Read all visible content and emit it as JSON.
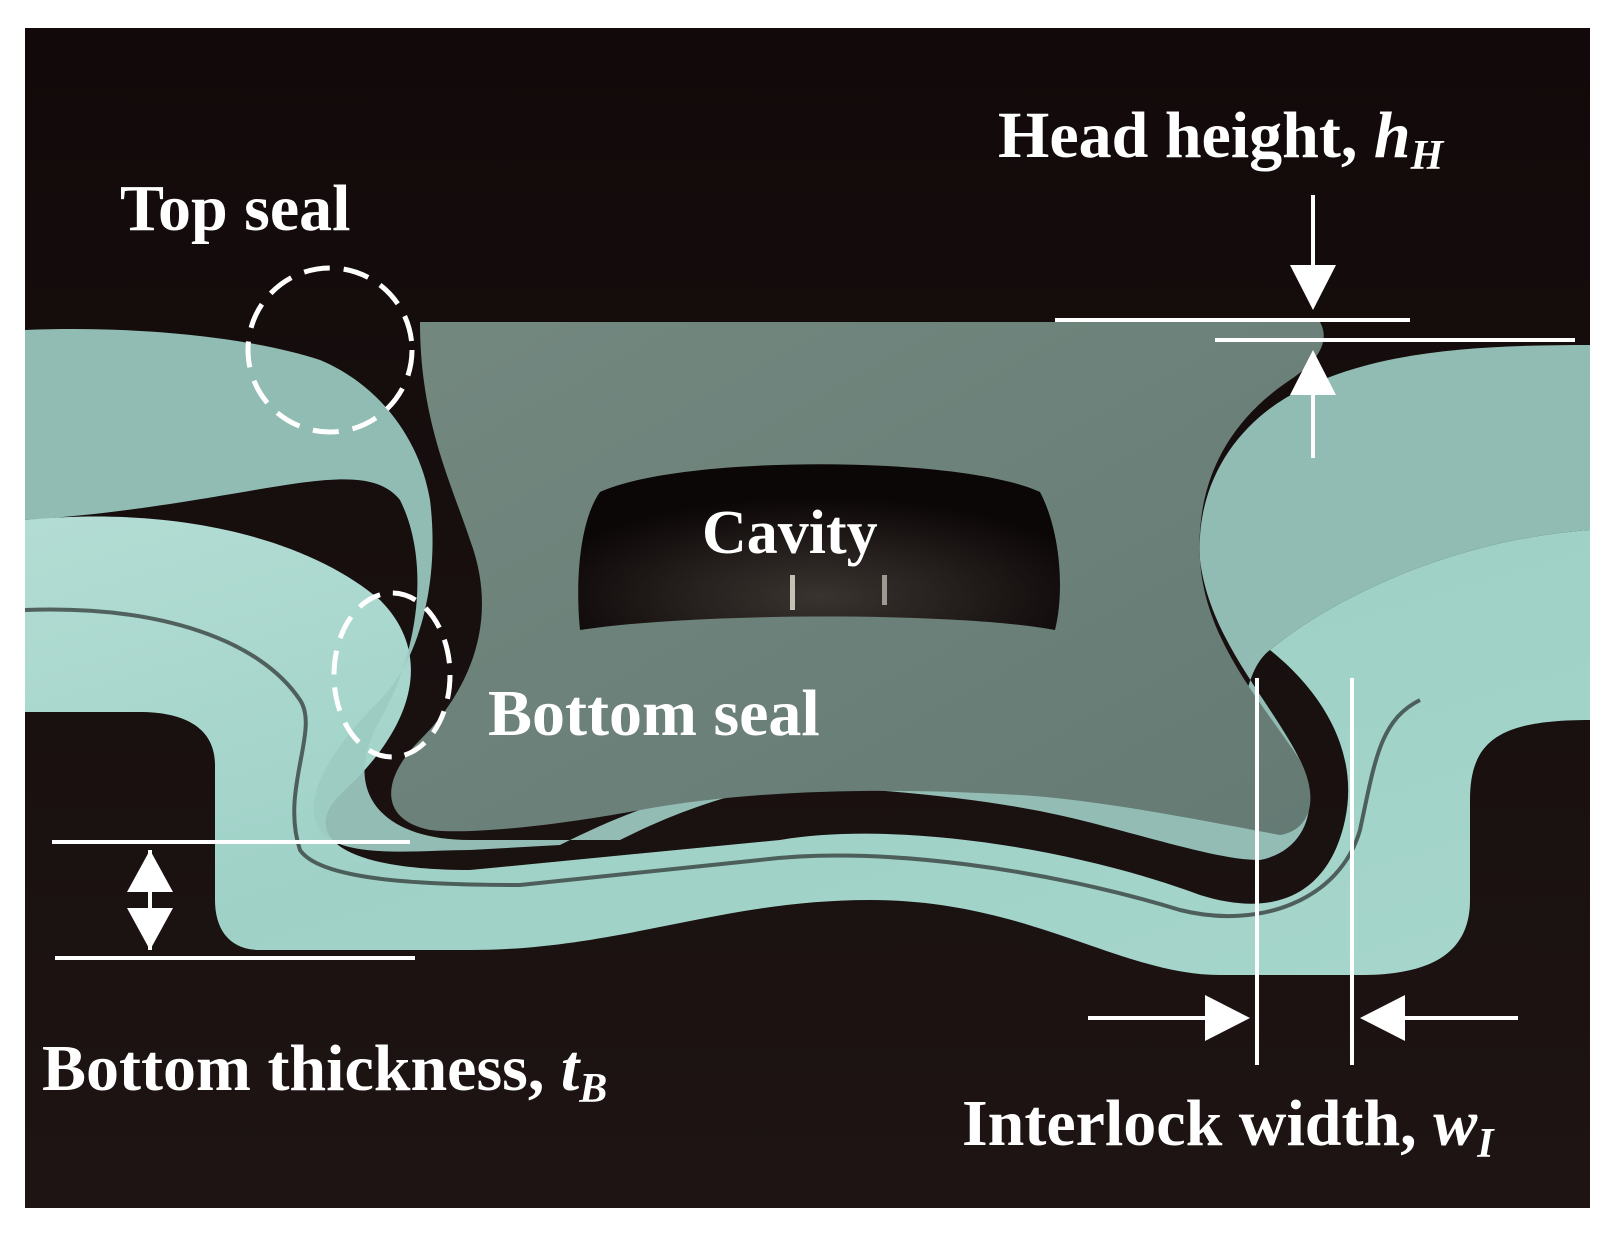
{
  "figure": {
    "labels": {
      "top_seal": "Top seal",
      "cavity": "Cavity",
      "bottom_seal": "Bottom seal",
      "head_height": {
        "text": "Head height, ",
        "symbol": "h",
        "sub": "H"
      },
      "bottom_thickness": {
        "text": "Bottom thickness, ",
        "symbol": "t",
        "sub": "B"
      },
      "interlock_width": {
        "text": "Interlock width, ",
        "symbol": "w",
        "sub": "I"
      }
    },
    "colors": {
      "background": "#1a0f0f",
      "sheet_fill": "#a9d8cf",
      "punch_fill": "#6d827c",
      "annotation": "#ffffff",
      "frame": "#ffffff"
    }
  }
}
